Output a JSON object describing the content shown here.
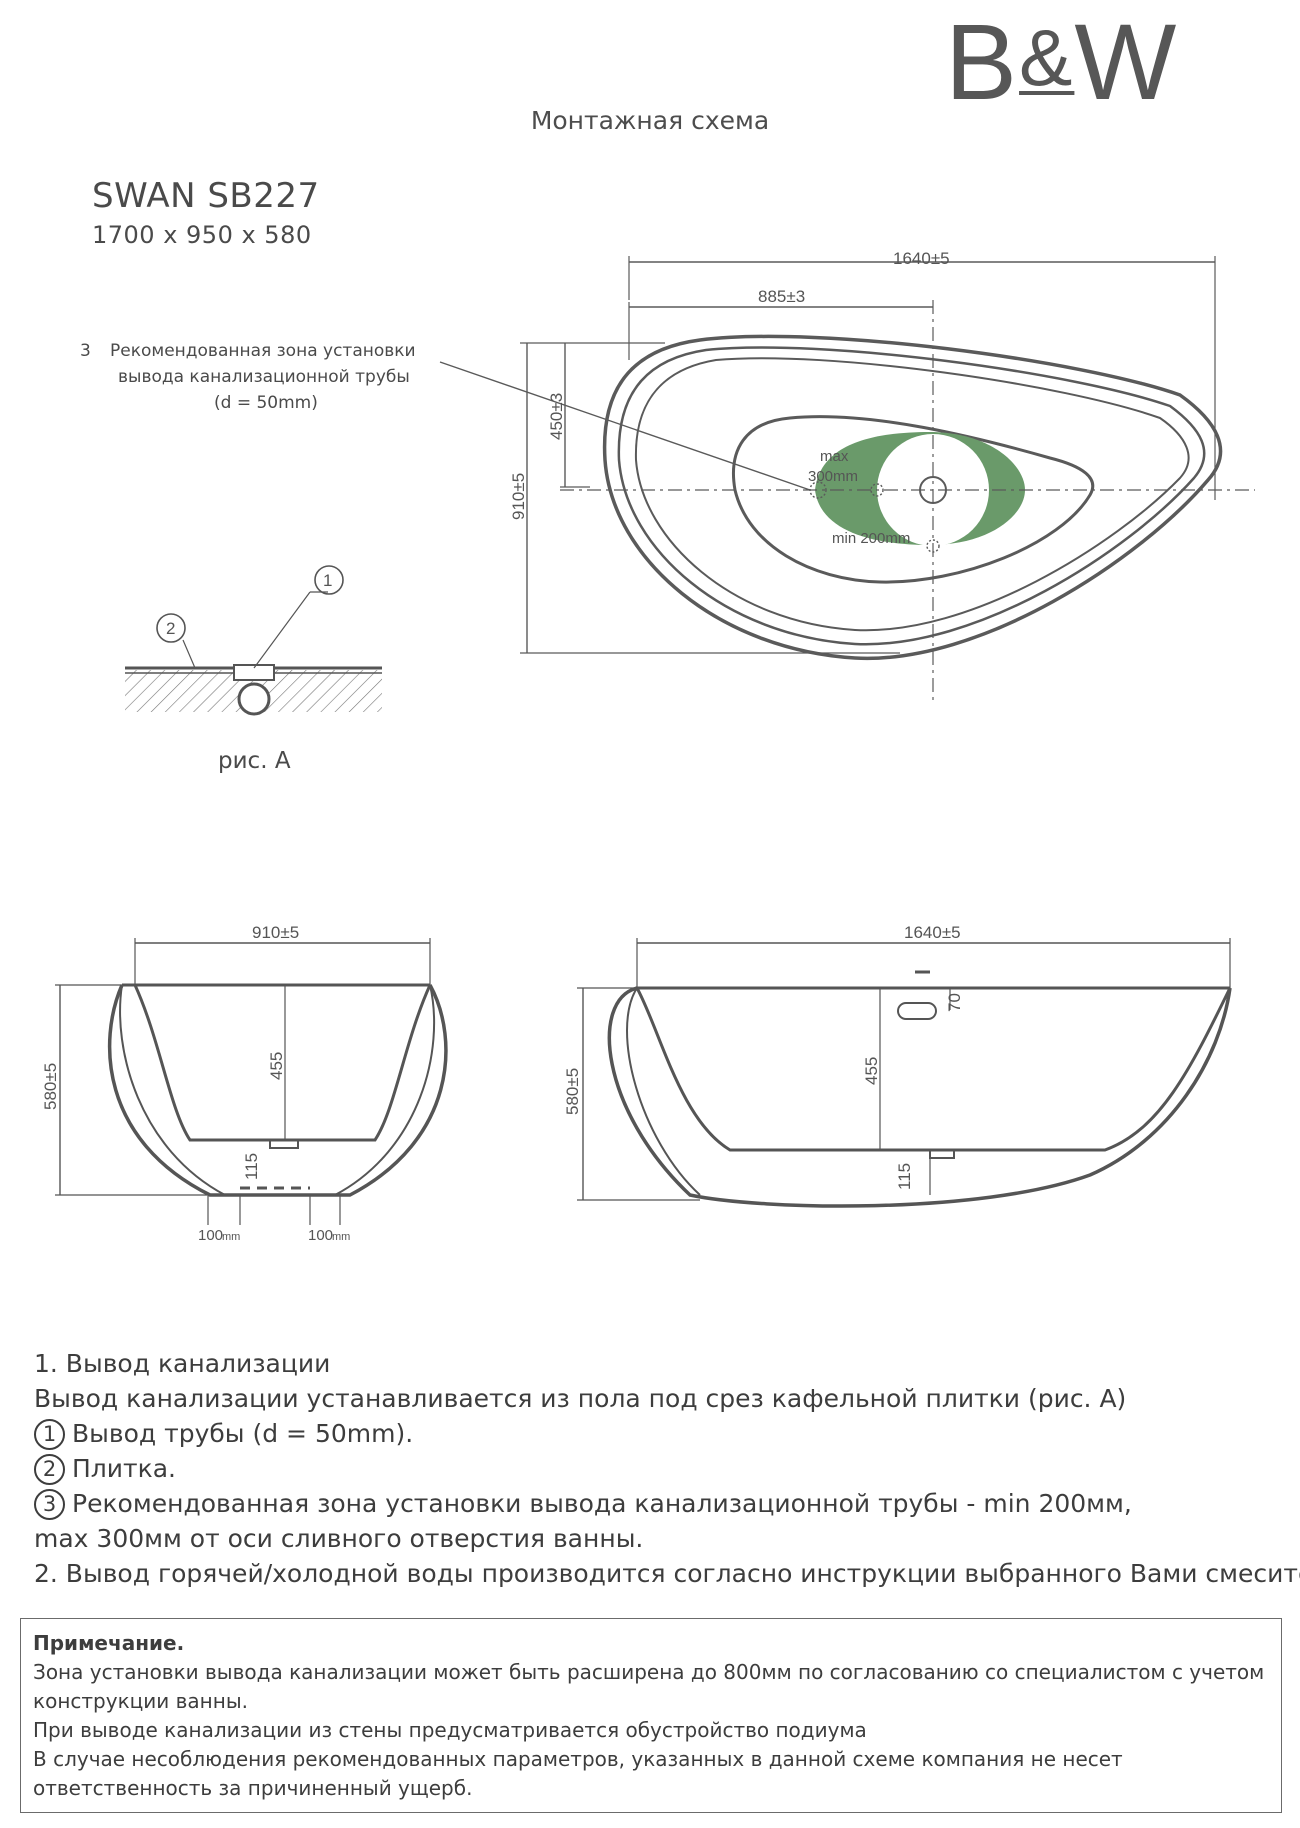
{
  "header": {
    "logo": {
      "left": "B",
      "amp": "&",
      "right": "W"
    },
    "subtitle": "Монтажная схема",
    "model": "SWAN SB227",
    "dimensions": "1700 x 950 x 580"
  },
  "top_view": {
    "dim_length": "1640±5",
    "dim_to_drain": "885±3",
    "dim_width": "910±5",
    "dim_half_width": "450±3",
    "zone_max": "max",
    "zone_max_value": "300mm",
    "zone_min": "min 200mm",
    "zone_color": "#6a9a6a",
    "callout_number": "3",
    "callout_lines": [
      "Рекомендованная зона установки",
      "вывода канализационной трубы",
      "(d = 50mm)"
    ]
  },
  "detail_a": {
    "marker_1": "1",
    "marker_2": "2",
    "caption": "рис. А"
  },
  "side_view": {
    "dim_width": "910±5",
    "dim_height": "580±5",
    "dim_depth": "455",
    "dim_bottom": "115",
    "dim_left_offset": "100",
    "dim_right_offset": "100",
    "unit_mm": "mm"
  },
  "front_view": {
    "dim_length": "1640±5",
    "dim_height": "580±5",
    "dim_depth": "455",
    "dim_bottom": "115",
    "dim_overflow": "70"
  },
  "notes": {
    "line1": "1. Вывод канализации",
    "line2": "Вывод канализации устанавливается из пола под срез кафельной плитки (рис. А)",
    "item1_num": "1",
    "item1": "Вывод трубы (d = 50mm).",
    "item2_num": "2",
    "item2": "Плитка.",
    "item3_num": "3",
    "item3": "Рекомендованная зона установки вывода канализационной трубы - min 200мм,",
    "item3_cont": "max 300мм от оси сливного отверстия ванны.",
    "line_last": "2. Вывод горячей/холодной воды производится согласно инструкции выбранного Вами смесителя."
  },
  "note_box": {
    "title": "Примечание.",
    "lines": [
      "Зона установки вывода канализации может быть расширена до 800мм по согласованию со специалистом с учетом",
      "конструкции ванны.",
      "При выводе канализации из стены предусматривается обустройство подиума",
      "В случае несоблюдения рекомендованных параметров, указанных в данной схеме компания не несет",
      "ответственность за причиненный ущерб."
    ]
  }
}
